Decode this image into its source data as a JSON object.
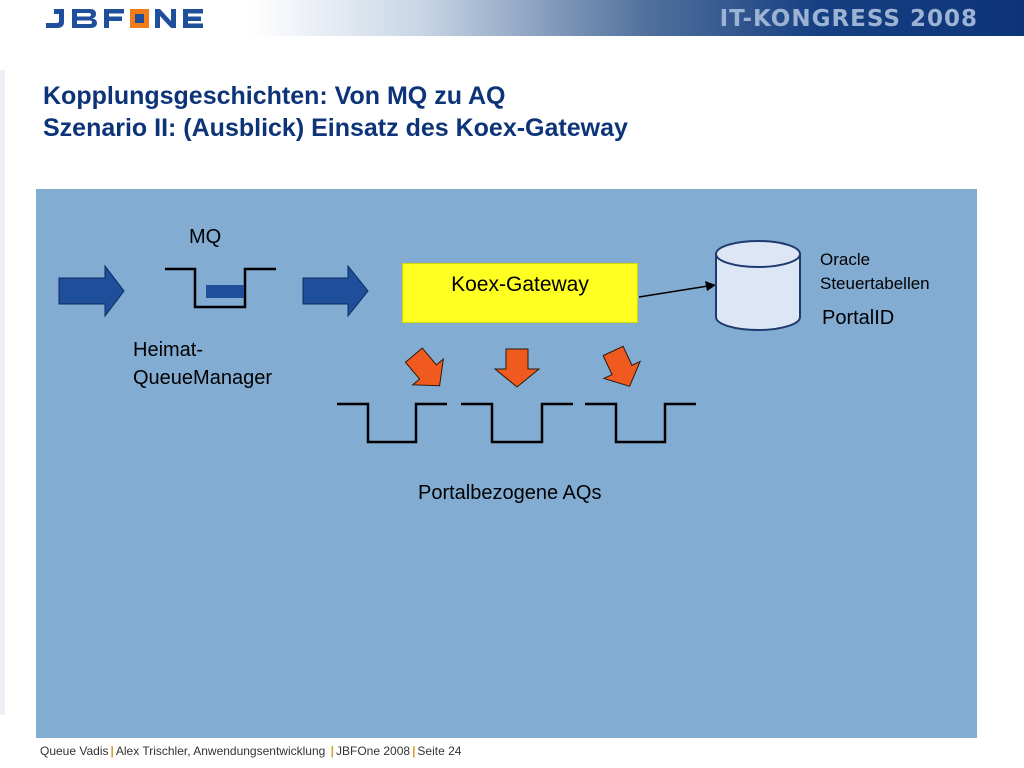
{
  "header": {
    "logo_text": "JBFONE",
    "congress": "IT-KONGRESS 2008"
  },
  "slide": {
    "title_line1": "Kopplungsgeschichten: Von MQ zu AQ",
    "title_line2": "Szenario II: (Ausblick) Einsatz des Koex-Gateway"
  },
  "diagram": {
    "mq_label": "MQ",
    "heimat_line1": "Heimat-",
    "heimat_line2": "QueueManager",
    "gateway_label": "Koex-Gateway",
    "oracle_line1": "Oracle",
    "oracle_line2": "Steuertabellen",
    "portal_id": "PortalID",
    "aq_label": "Portalbezogene AQs"
  },
  "colors": {
    "title": "#0d3478",
    "panel": "#83acd3",
    "gateway": "#ffff22",
    "arrow_blue": "#1f4e9a",
    "arrow_orange": "#f05a1e"
  },
  "footer": {
    "part1": "Queue Vadis",
    "part2": "Alex Trischler, Anwendungsentwicklung",
    "part3": "JBFOne 2008",
    "part4": "Seite 24"
  }
}
